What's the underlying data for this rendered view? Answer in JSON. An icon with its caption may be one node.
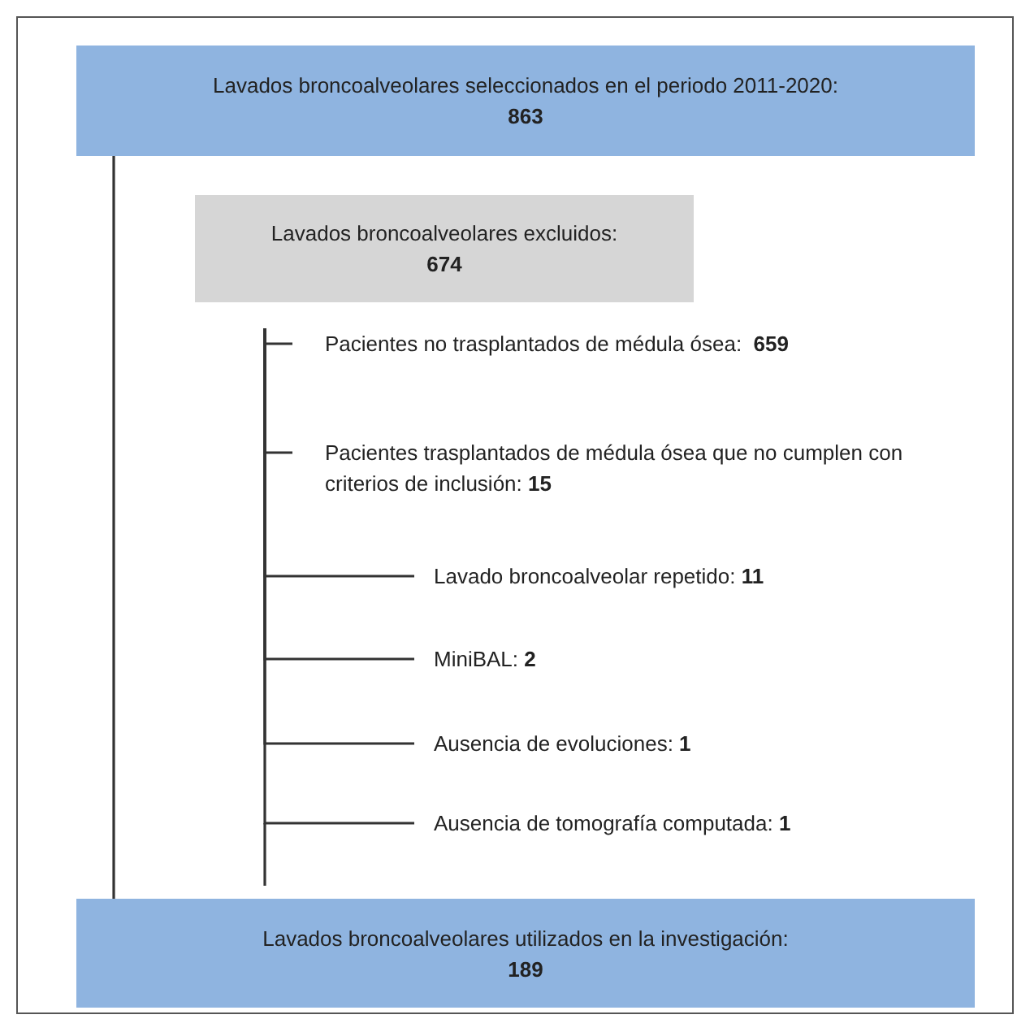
{
  "diagram": {
    "nodes": [
      {
        "text": [
          "Lavados broncoalveolares seleccionados en el periodo 2011-2020:",
          "863"
        ]
      },
      {
        "text": [
          "Lavados broncoalveolares excluidos:",
          "674"
        ]
      },
      {
        "text": [
          "Pacientes no trasplantados de médula ósea:  **659**"
        ]
      },
      {
        "text": [
          "Pacientes trasplantados de médula ósea que no cumplen con criterios de inclusión: **15**"
        ]
      },
      {
        "text": [
          "Lavado broncoalveolar repetido: **11**"
        ]
      },
      {
        "text": [
          "MiniBAL: **2**"
        ]
      },
      {
        "text": [
          "Ausencia de evoluciones: **1**"
        ]
      },
      {
        "text": [
          "Ausencia de tomografía computada: **1**"
        ]
      },
      {
        "text": [
          "Lavados broncoalveolares utilizados en la investigación:",
          "189"
        ]
      }
    ],
    "edges": [
      {
        "from": 0,
        "to": 8,
        "arrow": "none"
      },
      {
        "from": 1,
        "to": 2,
        "arrow": "none"
      },
      {
        "from": 1,
        "to": 3,
        "arrow": "none"
      },
      {
        "from": 1,
        "to": 4,
        "arrow": "none"
      },
      {
        "from": 1,
        "to": 5,
        "arrow": "none"
      },
      {
        "from": 1,
        "to": 6,
        "arrow": "none"
      },
      {
        "from": 1,
        "to": 7,
        "arrow": "none"
      }
    ]
  }
}
